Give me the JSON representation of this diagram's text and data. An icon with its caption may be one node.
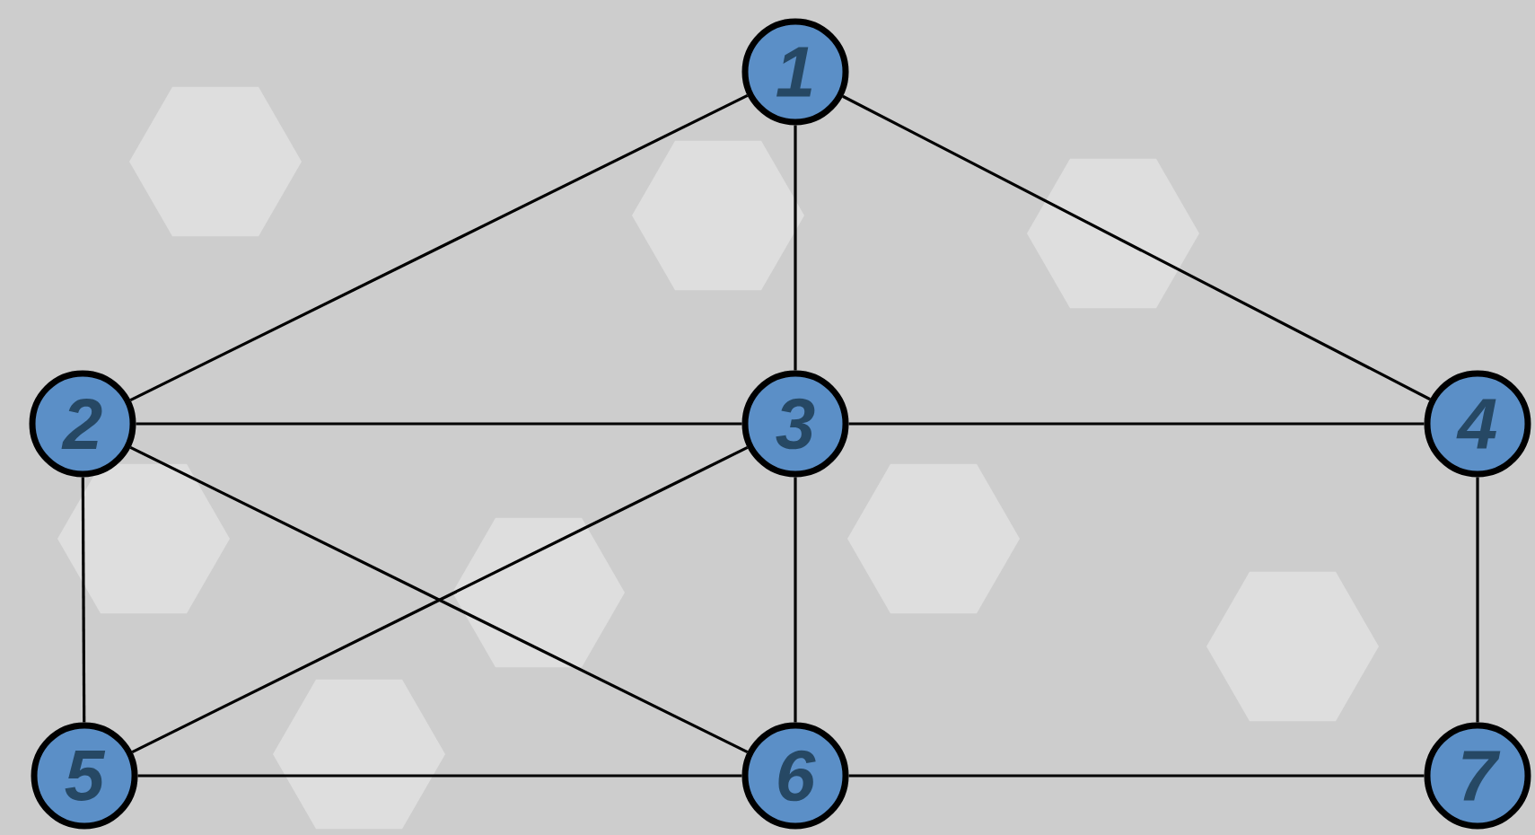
{
  "diagram": {
    "nodes": [
      {
        "text": [
          "1"
        ]
      },
      {
        "text": [
          "2"
        ]
      },
      {
        "text": [
          "3"
        ]
      },
      {
        "text": [
          "4"
        ]
      },
      {
        "text": [
          "5"
        ]
      },
      {
        "text": [
          "6"
        ]
      },
      {
        "text": [
          "7"
        ]
      }
    ],
    "edges": [
      {
        "from": 0,
        "to": 1,
        "arrow": "none"
      },
      {
        "from": 0,
        "to": 2,
        "arrow": "none"
      },
      {
        "from": 0,
        "to": 3,
        "arrow": "none"
      },
      {
        "from": 1,
        "to": 2,
        "arrow": "none"
      },
      {
        "from": 2,
        "to": 3,
        "arrow": "none"
      },
      {
        "from": 1,
        "to": 4,
        "arrow": "none"
      },
      {
        "from": 1,
        "to": 5,
        "arrow": "none"
      },
      {
        "from": 2,
        "to": 4,
        "arrow": "none"
      },
      {
        "from": 2,
        "to": 5,
        "arrow": "none"
      },
      {
        "from": 3,
        "to": 6,
        "arrow": "none"
      },
      {
        "from": 4,
        "to": 5,
        "arrow": "none"
      },
      {
        "from": 5,
        "to": 6,
        "arrow": "none"
      }
    ]
  }
}
